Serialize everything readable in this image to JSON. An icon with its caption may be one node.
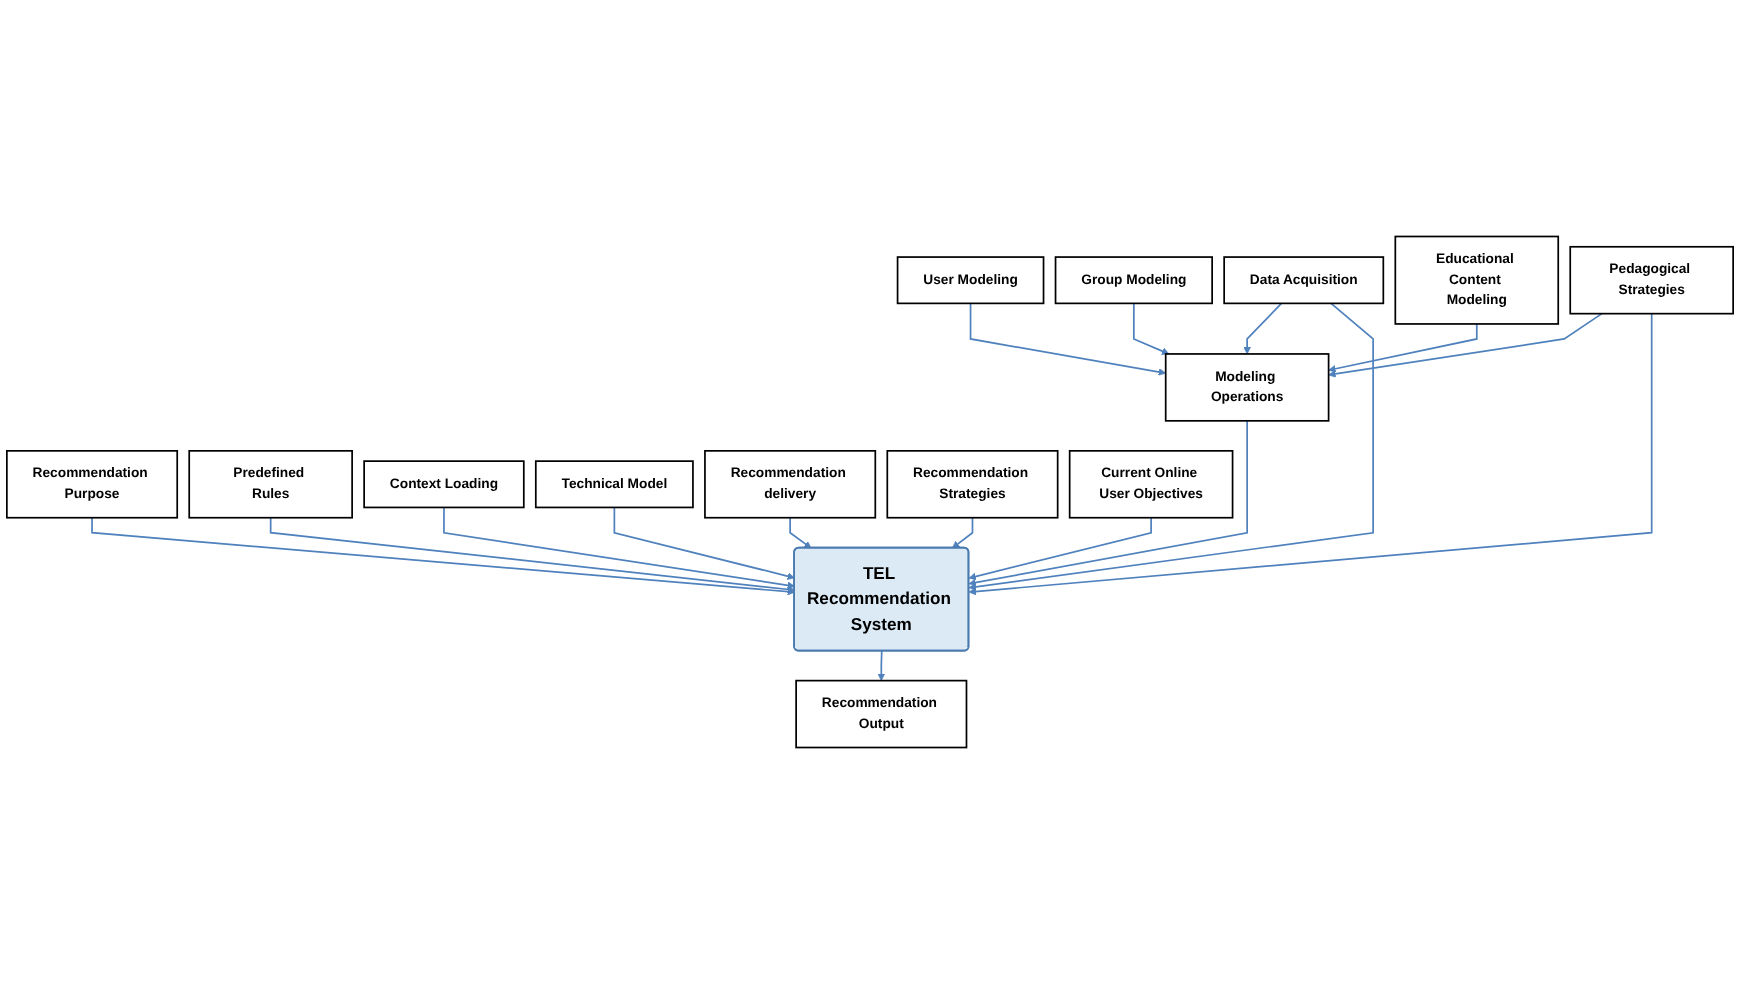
{
  "diagram": {
    "nodes": [
      {
        "text": [
          "User Modeling"
        ]
      },
      {
        "text": [
          "Group Modeling"
        ]
      },
      {
        "text": [
          "Educational Content Modeling"
        ]
      },
      {
        "text": [
          "Data Acquisition"
        ]
      },
      {
        "text": [
          "Modeling Operations"
        ]
      },
      {
        "text": [
          "Recommendation Purpose"
        ]
      },
      {
        "text": [
          "TEL Recommendation System"
        ]
      },
      {
        "text": [
          "Pedagogical Strategies"
        ]
      },
      {
        "text": [
          "Predefined Rules"
        ]
      },
      {
        "text": [
          "Recommendation delivery"
        ]
      },
      {
        "text": [
          "Context Loading"
        ]
      },
      {
        "text": [
          "Technical Model"
        ]
      },
      {
        "text": [
          "Recommendation Strategies"
        ]
      },
      {
        "text": [
          "Recommendation Output"
        ]
      },
      {
        "text": [
          "Current Online User Objectives"
        ]
      }
    ],
    "edges": [
      {
        "from": 0,
        "to": 4,
        "arrow": "to"
      },
      {
        "from": 1,
        "to": 4,
        "arrow": "to"
      },
      {
        "from": 2,
        "to": 4,
        "arrow": "to"
      },
      {
        "from": 3,
        "to": 4,
        "arrow": "to"
      },
      {
        "from": 3,
        "to": 6,
        "arrow": "to"
      },
      {
        "from": 4,
        "to": 6,
        "arrow": "to"
      },
      {
        "from": 7,
        "to": 4,
        "arrow": "to"
      },
      {
        "from": 5,
        "to": 6,
        "arrow": "to"
      },
      {
        "from": 8,
        "to": 6,
        "arrow": "to"
      },
      {
        "from": 10,
        "to": 6,
        "arrow": "to"
      },
      {
        "from": 11,
        "to": 6,
        "arrow": "to"
      },
      {
        "from": 7,
        "to": 6,
        "arrow": "to"
      },
      {
        "from": 9,
        "to": 6,
        "arrow": "to"
      },
      {
        "from": 12,
        "to": 6,
        "arrow": "to"
      },
      {
        "from": 14,
        "to": 6,
        "arrow": "to"
      },
      {
        "from": 6,
        "to": 13,
        "arrow": "to"
      }
    ]
  }
}
